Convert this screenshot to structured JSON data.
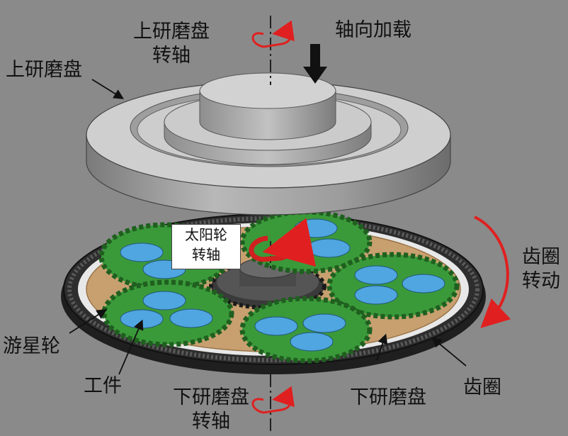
{
  "labels": {
    "upper_disc": "上研磨盘",
    "upper_shaft_line1": "上研磨盘",
    "upper_shaft_line2": "转轴",
    "axial_load": "轴向加载",
    "sun_gear_line1": "太阳轮",
    "sun_gear_line2": "转轴",
    "ring_rotation_line1": "齿圈",
    "ring_rotation_line2": "转动",
    "planet_gear": "游星轮",
    "workpiece": "工件",
    "lower_shaft_line1": "下研磨盘",
    "lower_shaft_line2": "转轴",
    "lower_disc": "下研磨盘",
    "ring_gear": "齿圈"
  },
  "colors": {
    "background": "#8a8a8a",
    "disc_gray": "#c9c9c9",
    "planet_green": "#3a9a3a",
    "workpiece_blue": "#4fa6e0",
    "base_tan": "#c8a070",
    "ring_dark": "#2a2a2a",
    "arrow_red": "#e02020"
  }
}
